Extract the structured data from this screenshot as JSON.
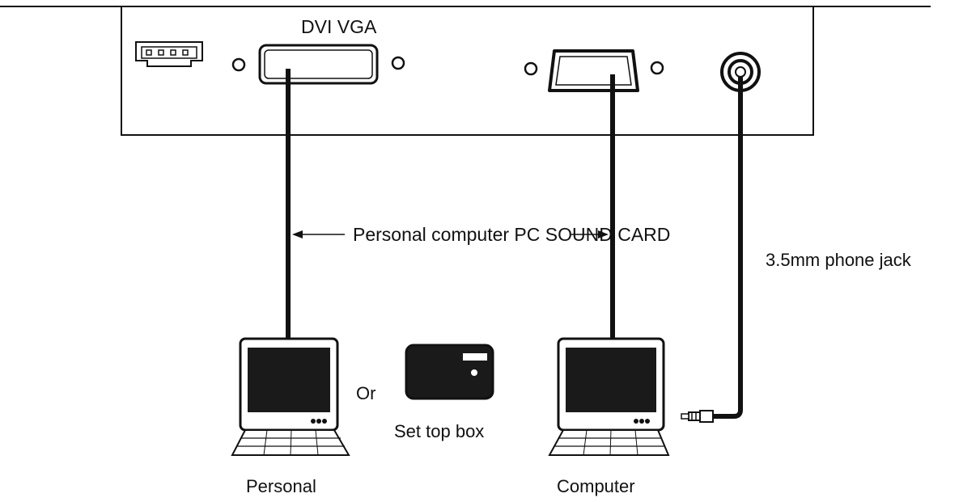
{
  "labels": {
    "port_label": "DVI VGA",
    "cable_label": "Personal computer PC SOUND CARD",
    "jack_label": "3.5mm phone jack",
    "or_label": "Or",
    "settop_label": "Set top box",
    "left_device_label": "Personal",
    "right_device_label": "Computer"
  },
  "icons": {
    "power_connector": "power-connector-icon",
    "dvi_port": "dvi-port-icon",
    "vga_port": "vga-port-icon",
    "audio_jack": "audio-jack-icon",
    "computer": "computer-icon",
    "set_top_box": "set-top-box-icon",
    "audio_plug": "audio-plug-icon"
  },
  "colors": {
    "line": "#111111",
    "screen": "#1a1a1a",
    "background": "#ffffff"
  }
}
